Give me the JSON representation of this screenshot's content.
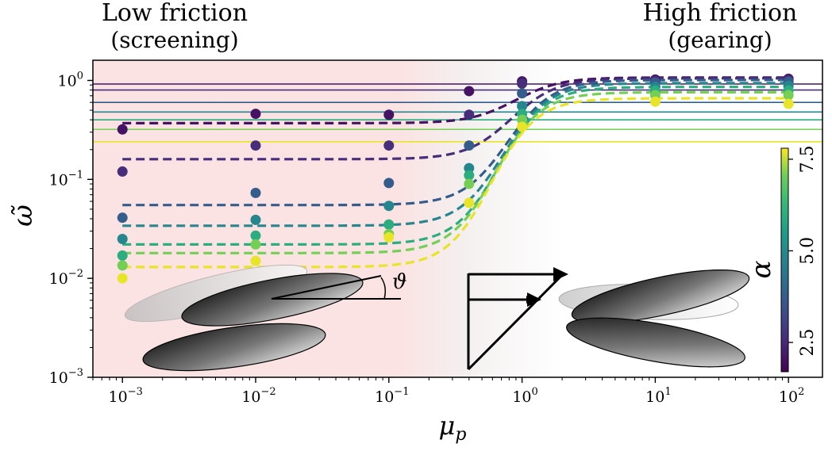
{
  "annotations": {
    "left_title": "Low friction",
    "left_subtitle": "(screening)",
    "right_title": "High friction",
    "right_subtitle": "(gearing)",
    "angle_symbol": "ϑ"
  },
  "colors": {
    "low_friction_bg": "#fbe3e3",
    "axes": "#000000",
    "ellipse_edge": "#000000"
  },
  "chart_data": {
    "type": "scatter",
    "title": "",
    "xlabel": "μ_p",
    "ylabel": "ω̃",
    "xscale": "log",
    "yscale": "log",
    "xlim": [
      0.0006,
      180
    ],
    "ylim": [
      0.001,
      1.6
    ],
    "xticks": [
      {
        "value": 0.001,
        "base": "10",
        "exp": "−3"
      },
      {
        "value": 0.01,
        "base": "10",
        "exp": "−2"
      },
      {
        "value": 0.1,
        "base": "10",
        "exp": "−1"
      },
      {
        "value": 1,
        "base": "10",
        "exp": "0"
      },
      {
        "value": 10,
        "base": "10",
        "exp": "1"
      },
      {
        "value": 100,
        "base": "10",
        "exp": "2"
      }
    ],
    "yticks": [
      {
        "value": 0.001,
        "base": "10",
        "exp": "−3"
      },
      {
        "value": 0.01,
        "base": "10",
        "exp": "−2"
      },
      {
        "value": 0.1,
        "base": "10",
        "exp": "−1"
      },
      {
        "value": 1,
        "base": "10",
        "exp": "0"
      }
    ],
    "colorbar": {
      "label": "α",
      "range": [
        1.7,
        7.8
      ],
      "ticks": [
        {
          "value": 2.5,
          "label": "2.5"
        },
        {
          "value": 5.0,
          "label": "5.0"
        },
        {
          "value": 7.5,
          "label": "7.5"
        }
      ],
      "colormap": "viridis"
    },
    "x": [
      0.001,
      0.01,
      0.1,
      0.4,
      1,
      10,
      100
    ],
    "series": [
      {
        "alpha": 2.0,
        "values": [
          0.32,
          0.46,
          0.45,
          0.78,
          0.98,
          1.02,
          1.04
        ],
        "low_plateau": 0.37,
        "high_plateau": 1.07,
        "horizontal_line": 0.92
      },
      {
        "alpha": 2.5,
        "values": [
          0.12,
          0.22,
          0.22,
          0.45,
          0.93,
          0.99,
          1.01
        ],
        "low_plateau": 0.16,
        "high_plateau": 1.05,
        "horizontal_line": 0.8
      },
      {
        "alpha": 3.5,
        "values": [
          0.041,
          0.073,
          0.092,
          0.22,
          0.74,
          0.95,
          0.97
        ],
        "low_plateau": 0.055,
        "high_plateau": 1.01,
        "horizontal_line": 0.6
      },
      {
        "alpha": 4.5,
        "values": [
          0.025,
          0.039,
          0.054,
          0.13,
          0.55,
          0.86,
          0.88
        ],
        "low_plateau": 0.034,
        "high_plateau": 0.94,
        "horizontal_line": 0.48
      },
      {
        "alpha": 5.5,
        "values": [
          0.017,
          0.027,
          0.035,
          0.11,
          0.46,
          0.79,
          0.79
        ],
        "low_plateau": 0.022,
        "high_plateau": 0.86,
        "horizontal_line": 0.4
      },
      {
        "alpha": 6.5,
        "values": [
          0.0135,
          0.022,
          0.028,
          0.09,
          0.4,
          0.71,
          0.71
        ],
        "low_plateau": 0.018,
        "high_plateau": 0.76,
        "horizontal_line": 0.32
      },
      {
        "alpha": 7.6,
        "values": [
          0.01,
          0.015,
          0.026,
          0.058,
          0.34,
          0.61,
          0.58
        ],
        "low_plateau": 0.013,
        "high_plateau": 0.66,
        "horizontal_line": 0.24
      }
    ]
  }
}
